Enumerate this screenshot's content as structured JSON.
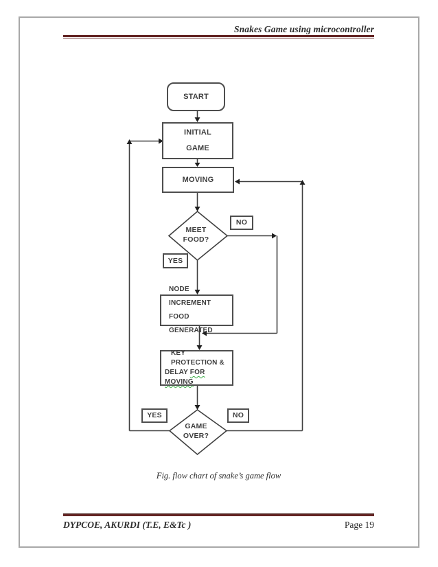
{
  "page": {
    "header_title": "Snakes Game using microcontroller",
    "caption": "Fig. flow chart of snake’s game flow",
    "footer_left": "DYPCOE, AKURDI (T.E, E&Tc )",
    "footer_right": "Page 19"
  },
  "flowchart": {
    "start": "START",
    "initial_line1": "INITIAL",
    "initial_line2": "GAME",
    "moving": "MOVING",
    "meet_line1": "MEET",
    "meet_line2": "FOOD?",
    "meet_no": "NO",
    "meet_yes": "YES",
    "node_line1": "NODE INCREMENT",
    "node_line2": "FOOD GENERATED",
    "key_line1": "KEY PROTECTION &",
    "key_line2_prefix": "DELAY ",
    "key_line2_word": "FOR",
    "key_line3": "MOVING",
    "gameover_line1": "GAME",
    "gameover_line2": "OVER?",
    "gameover_yes": "YES",
    "gameover_no": "NO"
  },
  "colors": {
    "rule_maroon": "#632423",
    "page_border_gray": "#a8a8a8",
    "flow_line": "#3f3f3f",
    "flow_text": "#3d3d3d",
    "spellcheck_green": "#3fae49"
  }
}
